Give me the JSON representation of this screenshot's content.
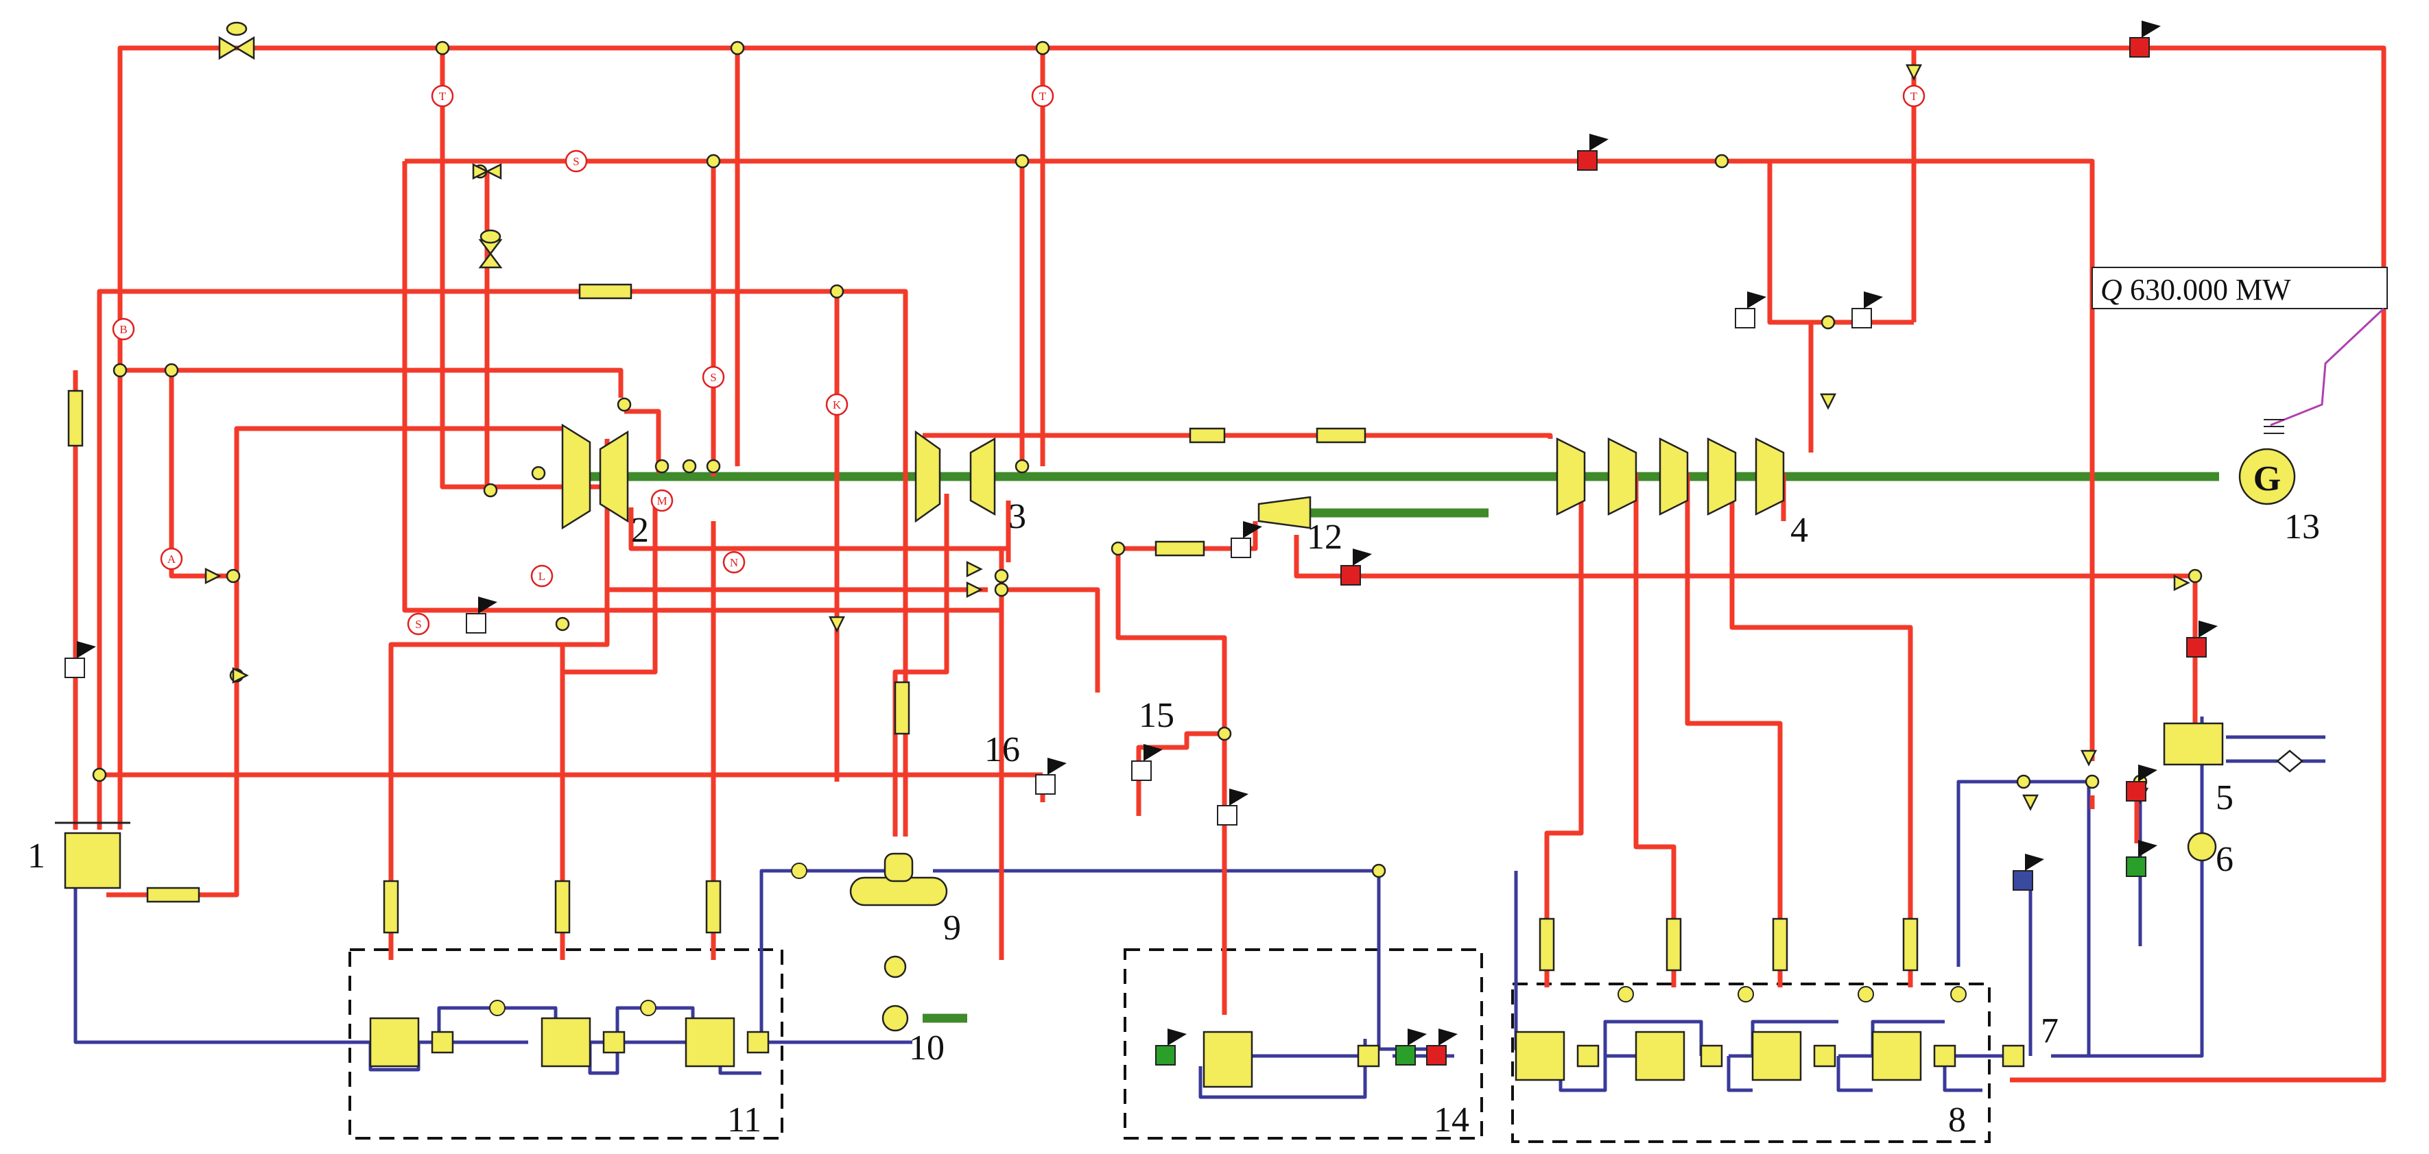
{
  "power_output": {
    "symbol": "Q",
    "value": "630.000 MW"
  },
  "generator_symbol": "G",
  "tags": {
    "T": "T",
    "S": "S",
    "B": "B",
    "A": "A",
    "M": "M",
    "L": "L",
    "N": "N",
    "K": "K"
  },
  "numbers": [
    "1",
    "2",
    "3",
    "4",
    "5",
    "6",
    "7",
    "8",
    "9",
    "10",
    "11",
    "12",
    "13",
    "14",
    "15",
    "16"
  ],
  "colors": {
    "steam": "#f23a2a",
    "water": "#3a3a9a",
    "shaft": "#3f8a2a",
    "equipment": "#f3ec5b"
  }
}
